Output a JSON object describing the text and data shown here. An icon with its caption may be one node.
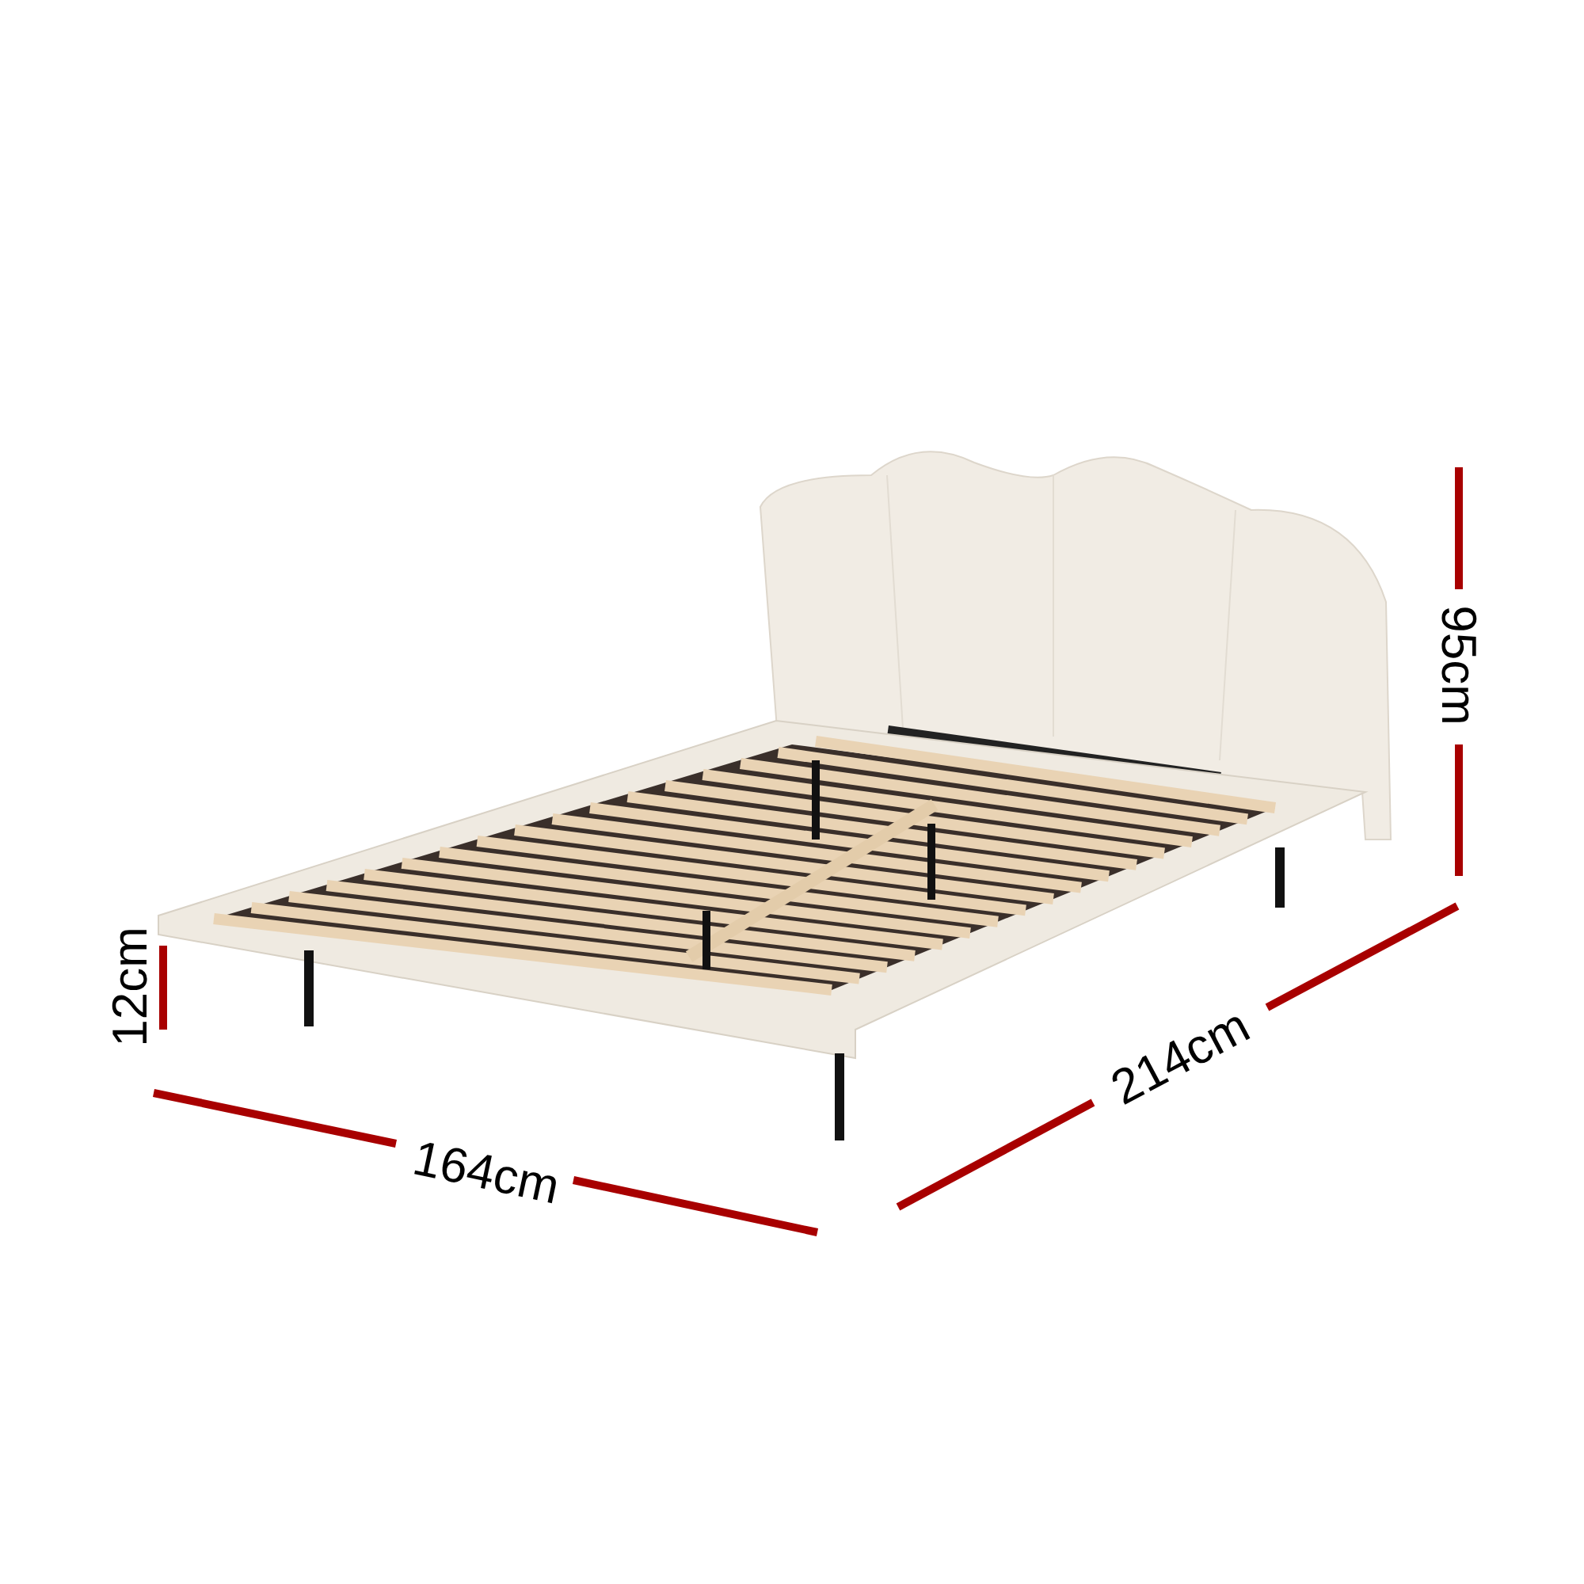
{
  "diagram": {
    "labels": [
      "95cm",
      "12cm",
      "214cm",
      "164cm"
    ]
  }
}
